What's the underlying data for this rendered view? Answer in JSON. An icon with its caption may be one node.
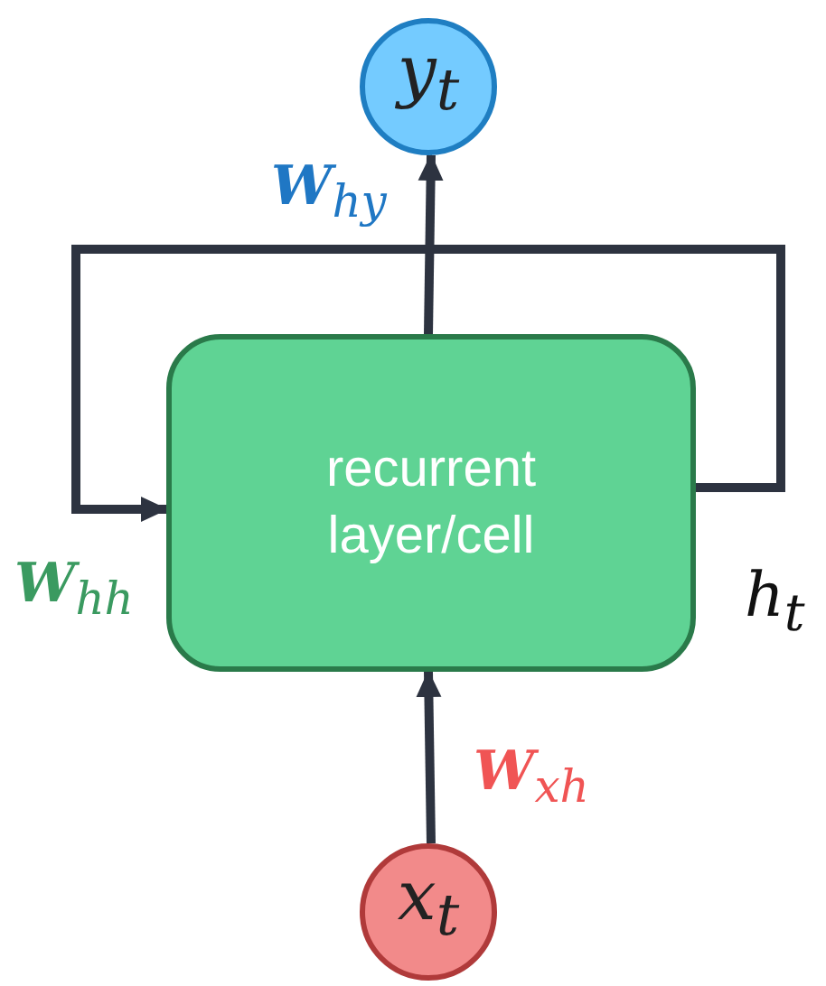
{
  "diagram": {
    "nodes": [
      {
        "text": [
          "y$_{t}$"
        ]
      },
      {
        "text": [
          "recurrent layer/cell"
        ]
      },
      {
        "text": [
          "x$_{t}$"
        ]
      }
    ],
    "edges": [
      {
        "from": 2,
        "to": 1,
        "arrow": "to",
        "label": "**W**$_{xh}$"
      },
      {
        "from": 1,
        "to": 0,
        "arrow": "to",
        "label": "**W**$_{hy}$"
      },
      {
        "from": 1,
        "to": 1,
        "arrow": "to",
        "label": "**W**$_{hh}$"
      }
    ],
    "labels": [
      "h$_{t}$"
    ]
  }
}
